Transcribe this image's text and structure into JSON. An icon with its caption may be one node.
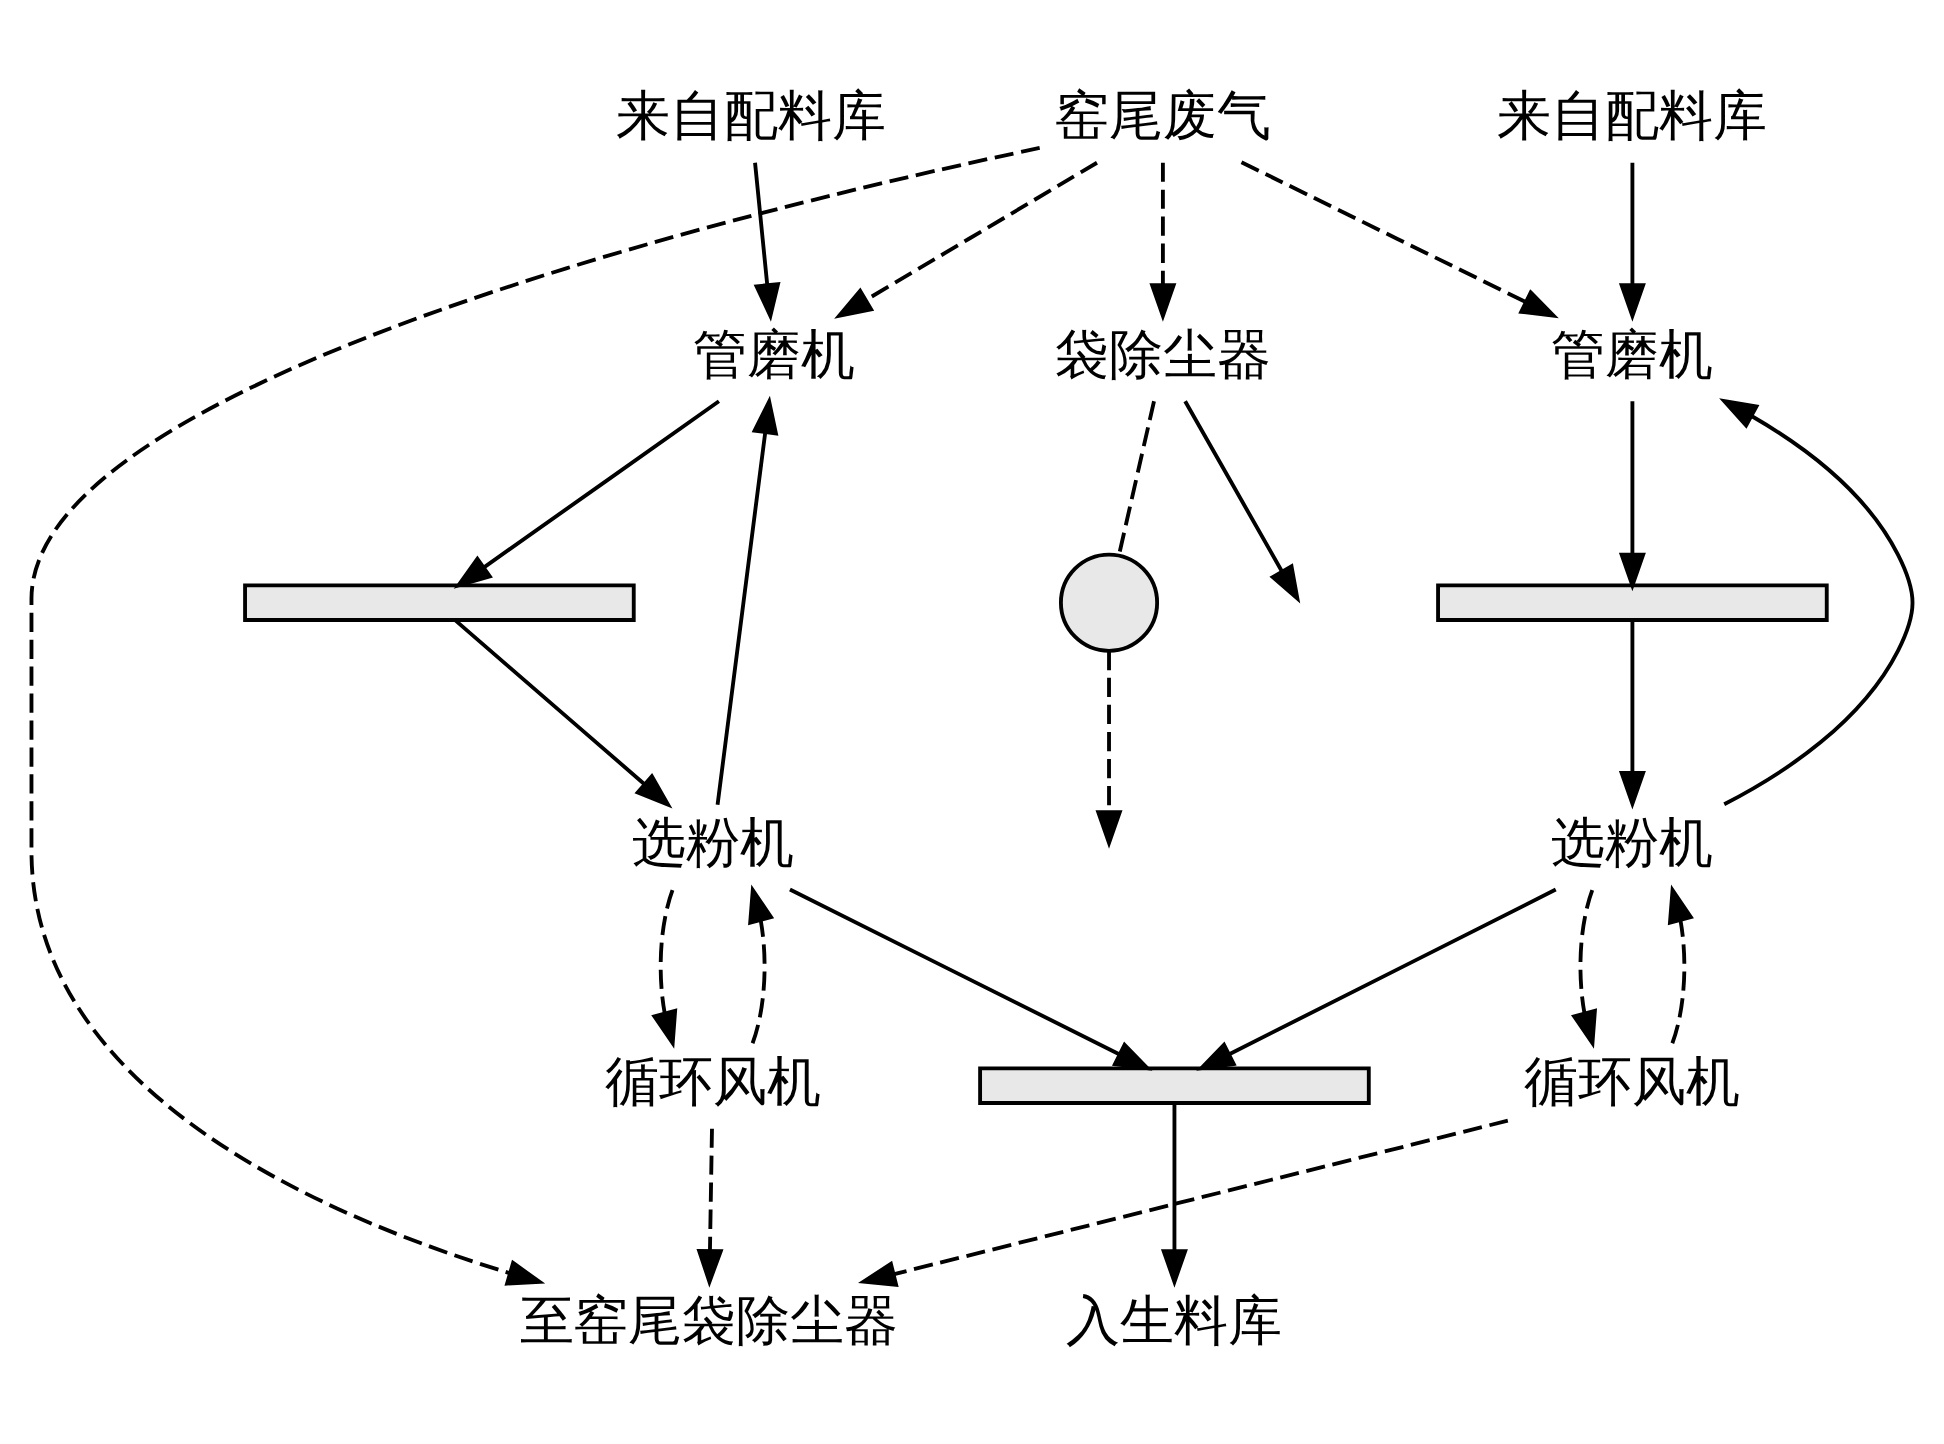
{
  "diagram": {
    "nodes": [
      {
        "text": [
          "至窑尾袋除尘器"
        ]
      },
      {
        "text": [
          "窑尾废气"
        ]
      },
      {
        "text": [
          "袋除尘器"
        ]
      },
      {
        "text": [],
        "shape": "circle"
      },
      {
        "text": [
          "选粉机"
        ]
      },
      {
        "text": [
          "循环风机"
        ]
      },
      {
        "text": [
          "管磨机"
        ]
      },
      {
        "text": [
          "来自配料库"
        ]
      },
      {
        "text": [],
        "shape": "bar"
      },
      {
        "text": [
          "选粉机"
        ]
      },
      {
        "text": [
          "循环风机"
        ]
      },
      {
        "text": [
          "管磨机"
        ]
      },
      {
        "text": [
          "来自配料库"
        ]
      },
      {
        "text": [],
        "shape": "bar"
      },
      {
        "text": [],
        "shape": "bar"
      },
      {
        "text": [
          "入生料库"
        ]
      }
    ],
    "edges": [
      {
        "from": 1,
        "to": 2,
        "arrow": "to",
        "style": "dashed"
      },
      {
        "from": 1,
        "to": 0,
        "arrow": "to",
        "style": "dashed"
      },
      {
        "from": 1,
        "to": 6,
        "arrow": "to",
        "style": "dashed"
      },
      {
        "from": 1,
        "to": 11,
        "arrow": "to",
        "style": "dashed"
      },
      {
        "from": 2,
        "to": 3,
        "arrow": "none",
        "style": "dashed"
      },
      {
        "from": 3,
        "to": null,
        "arrow": "to",
        "style": "dashed"
      },
      {
        "from": 2,
        "to": null,
        "arrow": "to"
      },
      {
        "from": 7,
        "to": 6,
        "arrow": "to"
      },
      {
        "from": 6,
        "to": 8,
        "arrow": "to"
      },
      {
        "from": 8,
        "to": 4,
        "arrow": "to"
      },
      {
        "from": 4,
        "to": 6,
        "arrow": "to"
      },
      {
        "from": 4,
        "to": 14,
        "arrow": "to"
      },
      {
        "from": 4,
        "to": 5,
        "arrow": "to",
        "style": "dashed"
      },
      {
        "from": 5,
        "to": 0,
        "arrow": "to",
        "style": "dashed"
      },
      {
        "from": 5,
        "to": 4,
        "arrow": "to",
        "style": "dashed"
      },
      {
        "from": 12,
        "to": 11,
        "arrow": "to"
      },
      {
        "from": 11,
        "to": 13,
        "arrow": "to"
      },
      {
        "from": 13,
        "to": 9,
        "arrow": "to"
      },
      {
        "from": 9,
        "to": 11,
        "arrow": "to"
      },
      {
        "from": 9,
        "to": 14,
        "arrow": "to"
      },
      {
        "from": 9,
        "to": 10,
        "arrow": "to",
        "style": "dashed"
      },
      {
        "from": 10,
        "to": 0,
        "arrow": "to",
        "style": "dashed"
      },
      {
        "from": 10,
        "to": 9,
        "arrow": "to",
        "style": "dashed"
      },
      {
        "from": 14,
        "to": 15,
        "arrow": "to"
      }
    ]
  }
}
